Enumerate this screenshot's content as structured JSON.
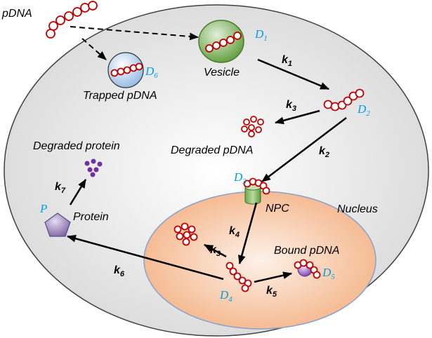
{
  "labels": {
    "pdna": "pDNA",
    "vesicle": "Vesicle",
    "trapped_pdna": "Trapped pDNA",
    "degraded_pdna": "Degraded pDNA",
    "degraded_protein": "Degraded protein",
    "npc": "NPC",
    "nucleus": "Nucleus",
    "protein": "Protein",
    "bound_pdna": "Bound pDNA"
  },
  "states": {
    "d1": {
      "base": "D",
      "sub": "1"
    },
    "d2": {
      "base": "D",
      "sub": "2"
    },
    "d3": {
      "base": "D",
      "sub": "3"
    },
    "d4": {
      "base": "D",
      "sub": "4"
    },
    "d5": {
      "base": "D",
      "sub": "5"
    },
    "d6": {
      "base": "D",
      "sub": "6"
    },
    "p": "P"
  },
  "rates": {
    "k1": {
      "base": "k",
      "sub": "1"
    },
    "k2": {
      "base": "k",
      "sub": "2"
    },
    "k3_cytoplasm": {
      "base": "k",
      "sub": "3"
    },
    "k3_nucleus": {
      "base": "k",
      "sub": "3"
    },
    "k4": {
      "base": "k",
      "sub": "4"
    },
    "k5": {
      "base": "k",
      "sub": "5"
    },
    "k6": {
      "base": "k",
      "sub": "6"
    },
    "k7": {
      "base": "k",
      "sub": "7"
    }
  },
  "colors": {
    "pdna_strand": "#c00000",
    "state_label": "#00a0e6",
    "degraded_protein": "#7030a0",
    "vesicle": "#70ad47",
    "nucleus": "#f4b183",
    "trapped_vesicle": "#9dc3e6",
    "protein": "#8064a2"
  }
}
